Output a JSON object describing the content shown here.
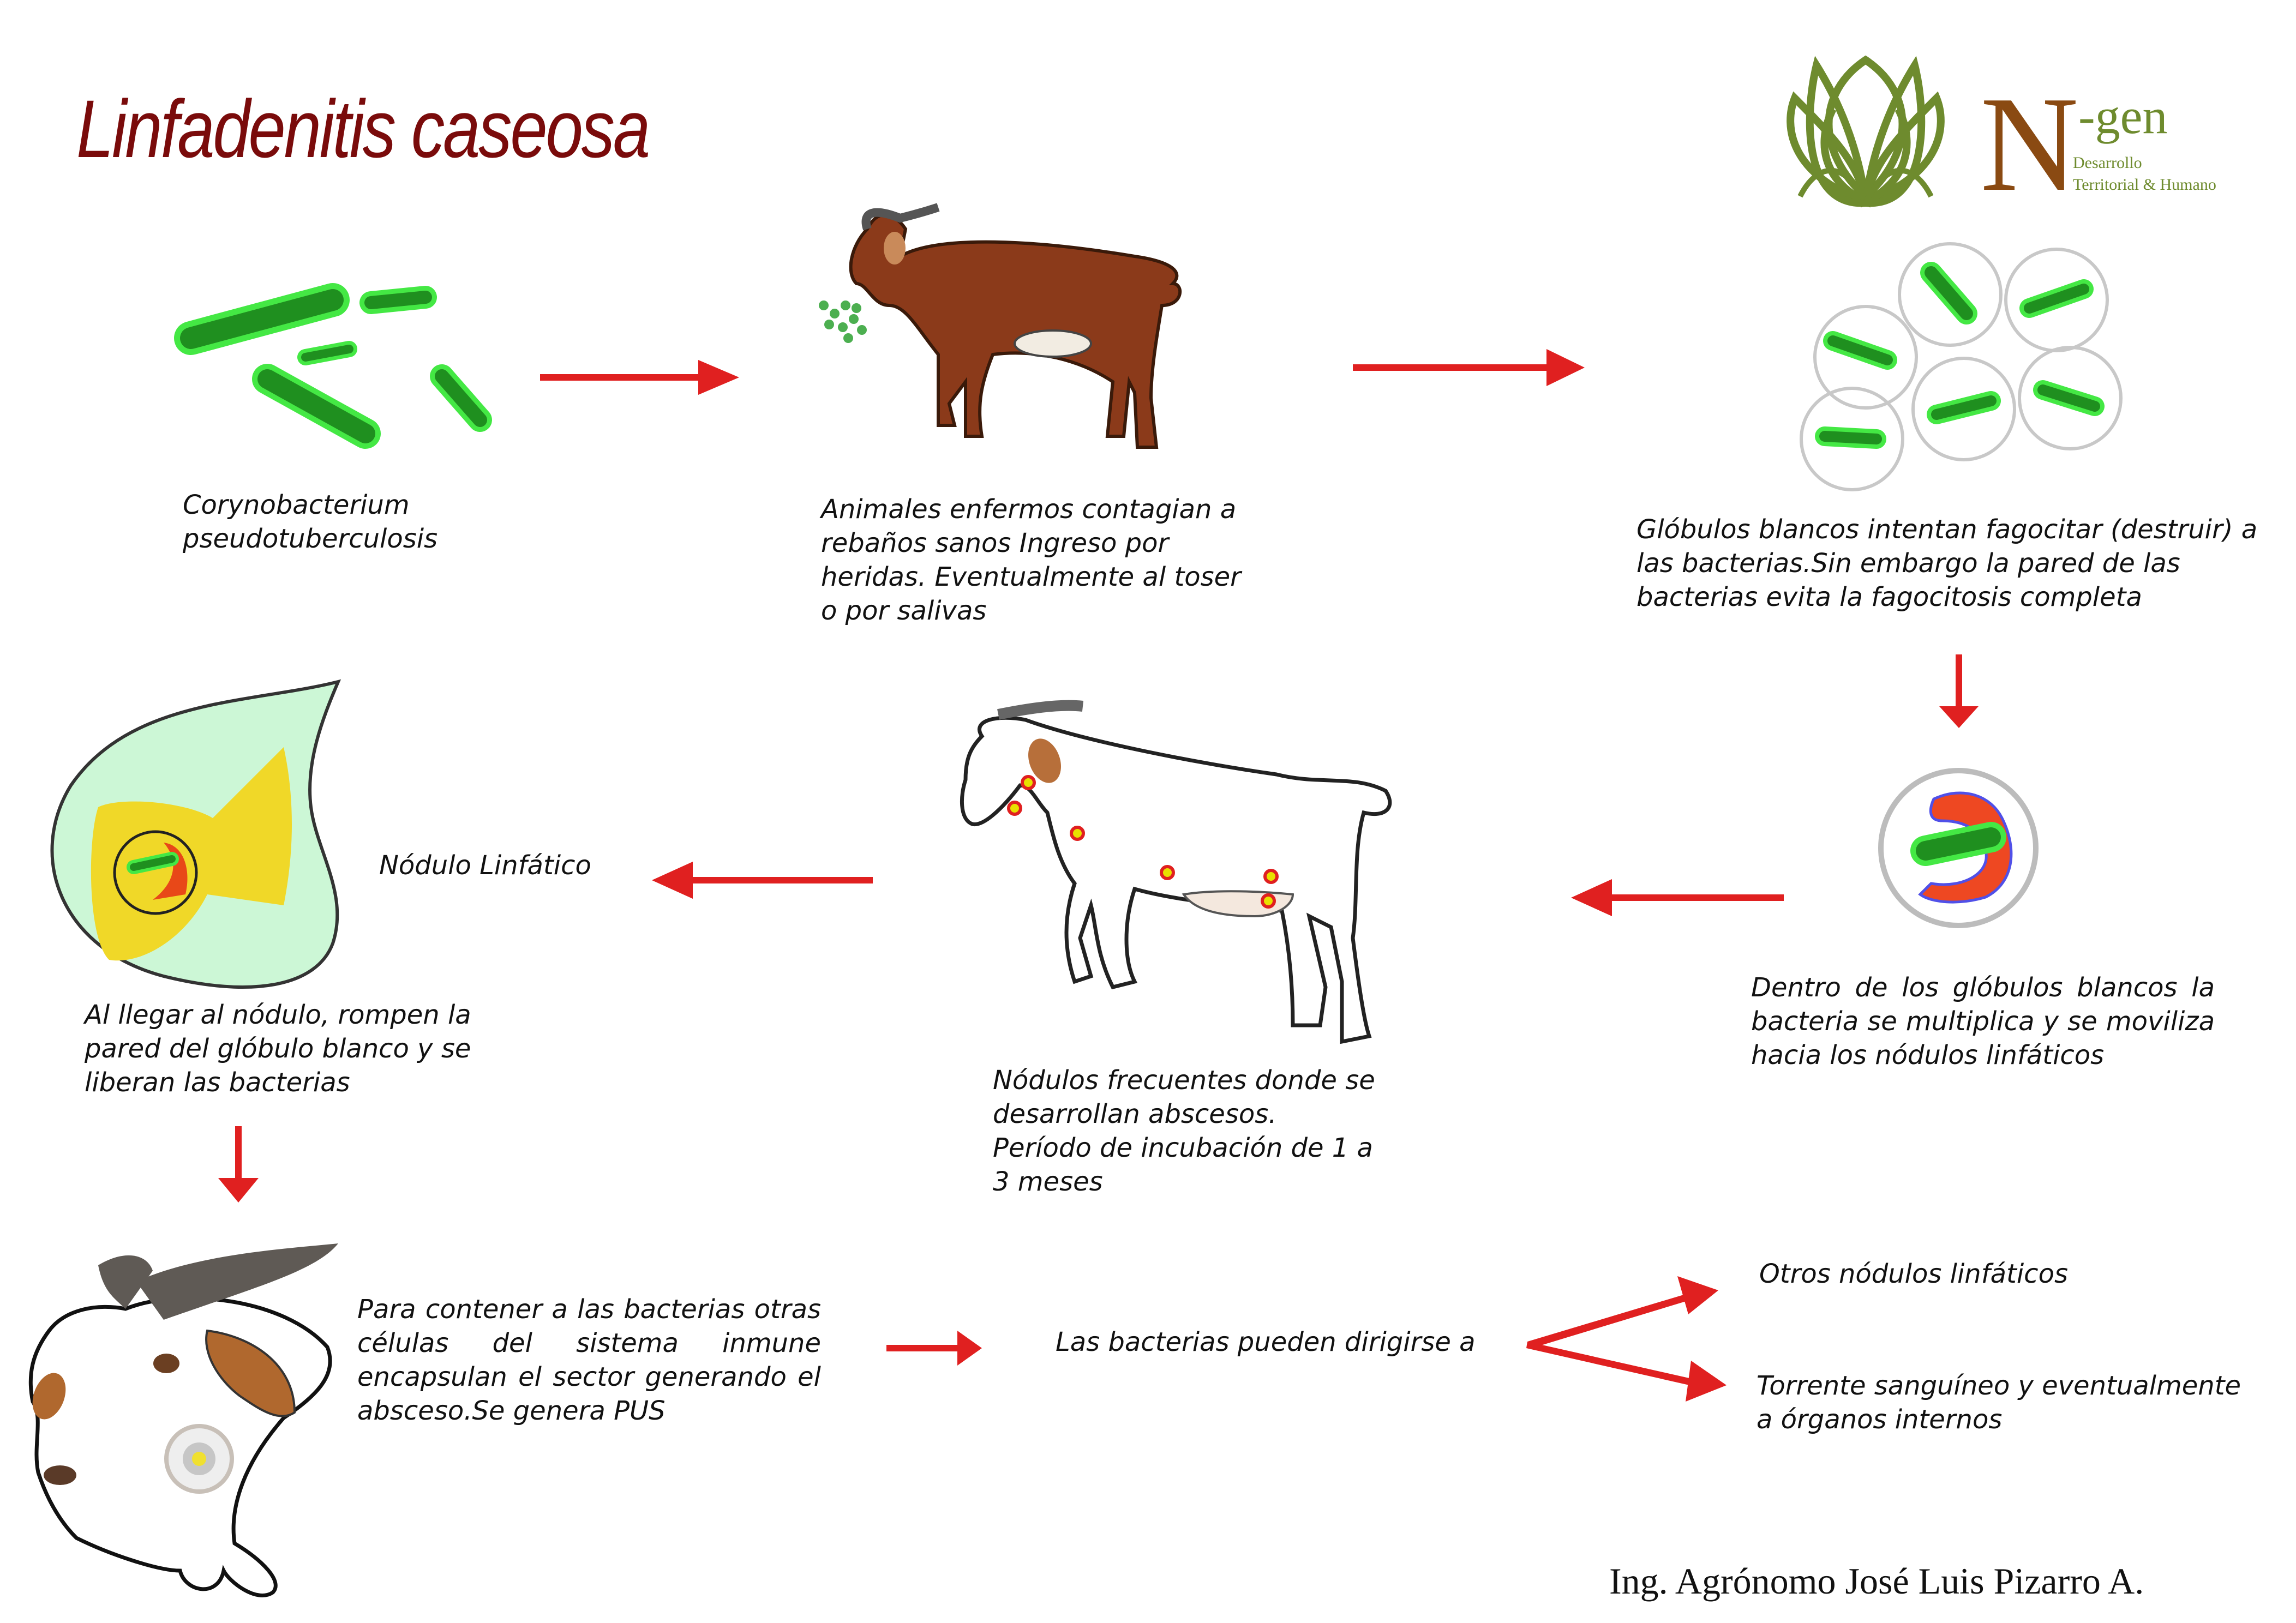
{
  "title": "Linfadenitis caseosa",
  "logo": {
    "mark": "N",
    "name": "-gen",
    "subtitle_line1": "Desarrollo",
    "subtitle_line2": "Territorial & Humano"
  },
  "steps": {
    "bacteria": "Corynobacterium pseudotuberculosis",
    "contagion": "Animales enfermos contagian a rebaños sanos Ingreso por heridas. Eventualmente al toser o por salivas",
    "phagocytosis": "Glóbulos blancos intentan fagocitar (destruir) a las bacterias.Sin embargo la pared de las bacterias evita la fagocitosis completa",
    "multiplication": "Dentro de los glóbulos blancos la bacteria se multiplica y se moviliza hacia los nódulos linfáticos",
    "nodes": "Nódulos frecuentes donde se desarrollan abscesos. Período de incubación de 1 a 3 meses",
    "lymph_node_label": "Nódulo Linfático",
    "release": "Al llegar al nódulo, rompen la pared del glóbulo blanco y se liberan las bacterias",
    "abscess": "Para contener a las bacterias otras células del sistema inmune encapsulan el sector generando el absceso.Se genera PUS",
    "spread": "Las bacterias pueden dirigirse a",
    "other_nodes": "Otros nódulos linfáticos",
    "bloodstream": "Torrente sanguíneo y eventualmente a órganos internos"
  },
  "author": "Ing. Agrónomo José Luis Pizarro A.",
  "colors": {
    "arrow": "#e02020",
    "bacteria": "#1f8f1f",
    "bacteria_glow": "#44e844",
    "title": "#7a0b0b",
    "logo_brown": "#8a4a12",
    "logo_green": "#6e8b2e",
    "goat_brown": "#8b3a1a",
    "node_fill": "#ccf7d6",
    "node_core": "#f0d828",
    "abscess": "#e84818"
  }
}
